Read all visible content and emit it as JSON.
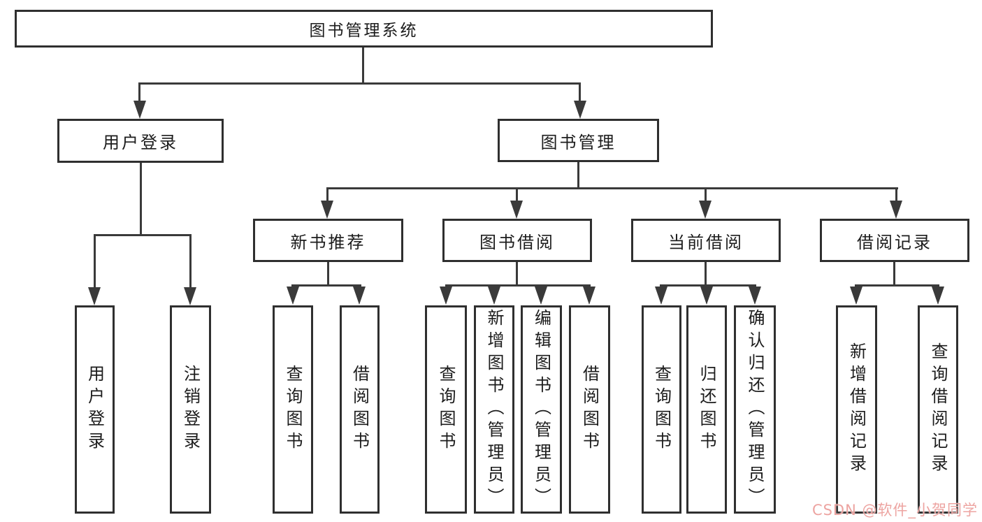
{
  "root": {
    "label": "图书管理系统"
  },
  "level2": {
    "user_login": {
      "label": "用户登录"
    },
    "book_management": {
      "label": "图书管理"
    }
  },
  "level3": {
    "new_book_recommend": {
      "label": "新书推荐"
    },
    "book_borrow": {
      "label": "图书借阅"
    },
    "current_borrow": {
      "label": "当前借阅"
    },
    "borrow_records": {
      "label": "借阅记录"
    }
  },
  "leaves": {
    "user_login": [
      "用户登录",
      "注销登录"
    ],
    "new_book_recommend": [
      "查询图书",
      "借阅图书"
    ],
    "book_borrow": [
      "查询图书",
      "新增图书（管理员）",
      "编辑图书（管理员）",
      "借阅图书"
    ],
    "current_borrow": [
      "查询图书",
      "归还图书",
      "确认归还（管理员）"
    ],
    "borrow_records": [
      "新增借阅记录",
      "查询借阅记录"
    ]
  },
  "watermark": {
    "text": "CSDN @软件_小贺同学"
  },
  "colors": {
    "line": "#3a3a3a",
    "border": "#2f2f2f",
    "text": "#1c1c1c",
    "background": "#ffffff",
    "watermark": "#eda4a1"
  }
}
